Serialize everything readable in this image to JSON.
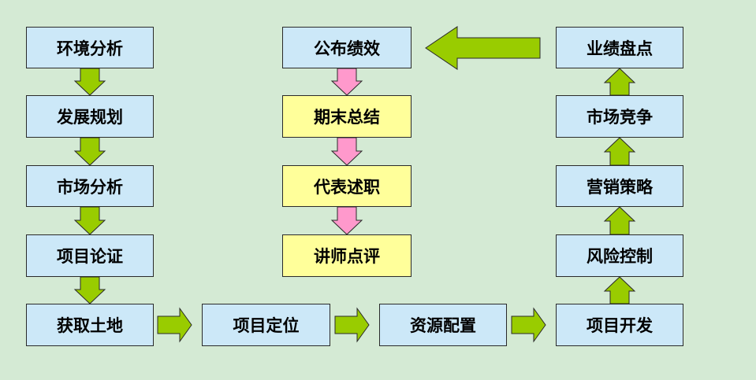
{
  "colors": {
    "background": "#d4ead4",
    "box_blue": "#cce8f8",
    "box_yellow": "#ffff9a",
    "arrow_green": "#99cc00",
    "arrow_pink": "#ff99cc",
    "border": "#2a2a2a"
  },
  "left_column": [
    "环境分析",
    "发展规划",
    "市场分析",
    "项目论证",
    "获取土地"
  ],
  "bottom_row": [
    "项目定位",
    "资源配置",
    "项目开发"
  ],
  "right_column": [
    "风险控制",
    "营销策略",
    "市场竞争",
    "业绩盘点"
  ],
  "middle_column": [
    "公布绩效",
    "期末总结",
    "代表述职",
    "讲师点评"
  ]
}
